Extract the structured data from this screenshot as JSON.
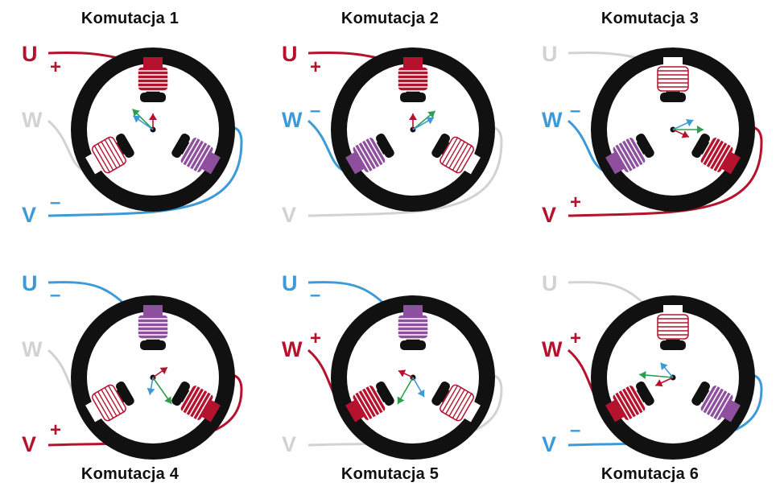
{
  "colors": {
    "active_positive": "#b5122d",
    "active_negative": "#3e9ad6",
    "inactive": "#d2d2d2",
    "ring": "#111111",
    "coil_purple": "#8e4f9e",
    "arrow_green": "#2e9e4e"
  },
  "panels": [
    {
      "title": "Komutacja 1",
      "wires": {
        "U": "+",
        "W": "",
        "V": "–"
      }
    },
    {
      "title": "Komutacja 2",
      "wires": {
        "U": "+",
        "W": "–",
        "V": ""
      }
    },
    {
      "title": "Komutacja 3",
      "wires": {
        "U": "",
        "W": "–",
        "V": "+"
      }
    },
    {
      "title": "Komutacja 4",
      "wires": {
        "U": "–",
        "W": "",
        "V": "+"
      }
    },
    {
      "title": "Komutacja 5",
      "wires": {
        "U": "–",
        "W": "+",
        "V": ""
      }
    },
    {
      "title": "Komutacja 6",
      "wires": {
        "U": "",
        "W": "+",
        "V": "–"
      }
    }
  ]
}
